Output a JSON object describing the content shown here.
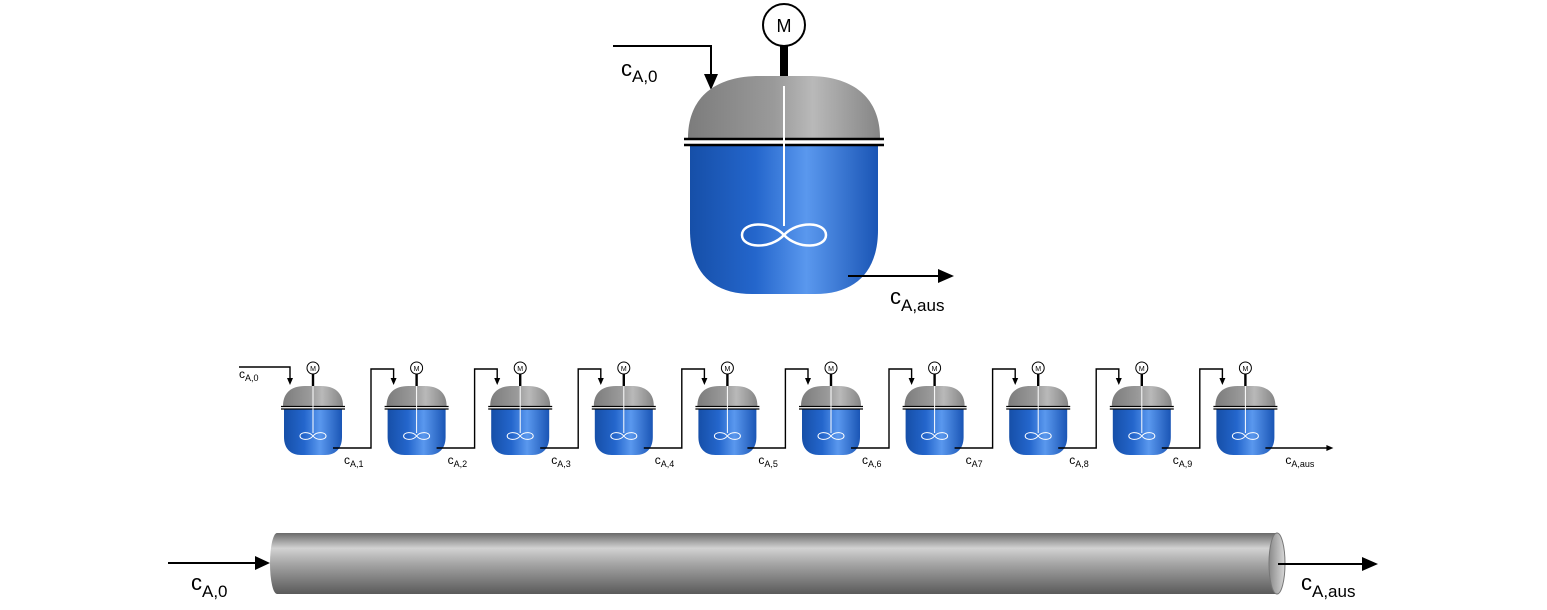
{
  "motor_label": "M",
  "cstr": {
    "inlet": {
      "main": "c",
      "sub": "A,0"
    },
    "outlet": {
      "main": "c",
      "sub": "A,aus"
    }
  },
  "cascade": {
    "tanks": [
      {
        "outlet": {
          "main": "c",
          "sub": "A,1"
        }
      },
      {
        "outlet": {
          "main": "c",
          "sub": "A,2"
        }
      },
      {
        "outlet": {
          "main": "c",
          "sub": "A,3"
        }
      },
      {
        "outlet": {
          "main": "c",
          "sub": "A,4"
        }
      },
      {
        "outlet": {
          "main": "c",
          "sub": "A,5"
        }
      },
      {
        "outlet": {
          "main": "c",
          "sub": "A,6"
        }
      },
      {
        "outlet": {
          "main": "c",
          "sub": "A7"
        }
      },
      {
        "outlet": {
          "main": "c",
          "sub": "A,8"
        }
      },
      {
        "outlet": {
          "main": "c",
          "sub": "A,9"
        }
      },
      {
        "outlet": {
          "main": "c",
          "sub": "A,aus"
        }
      }
    ],
    "inlet": {
      "main": "c",
      "sub": "A,0"
    }
  },
  "pfr": {
    "inlet": {
      "main": "c",
      "sub": "A,0"
    },
    "outlet": {
      "main": "c",
      "sub": "A,aus"
    }
  },
  "colors": {
    "vessel_blue": "#1f63c6",
    "vessel_gray": "#8c8c8c",
    "pipe_gray": "#9a9a9a"
  }
}
